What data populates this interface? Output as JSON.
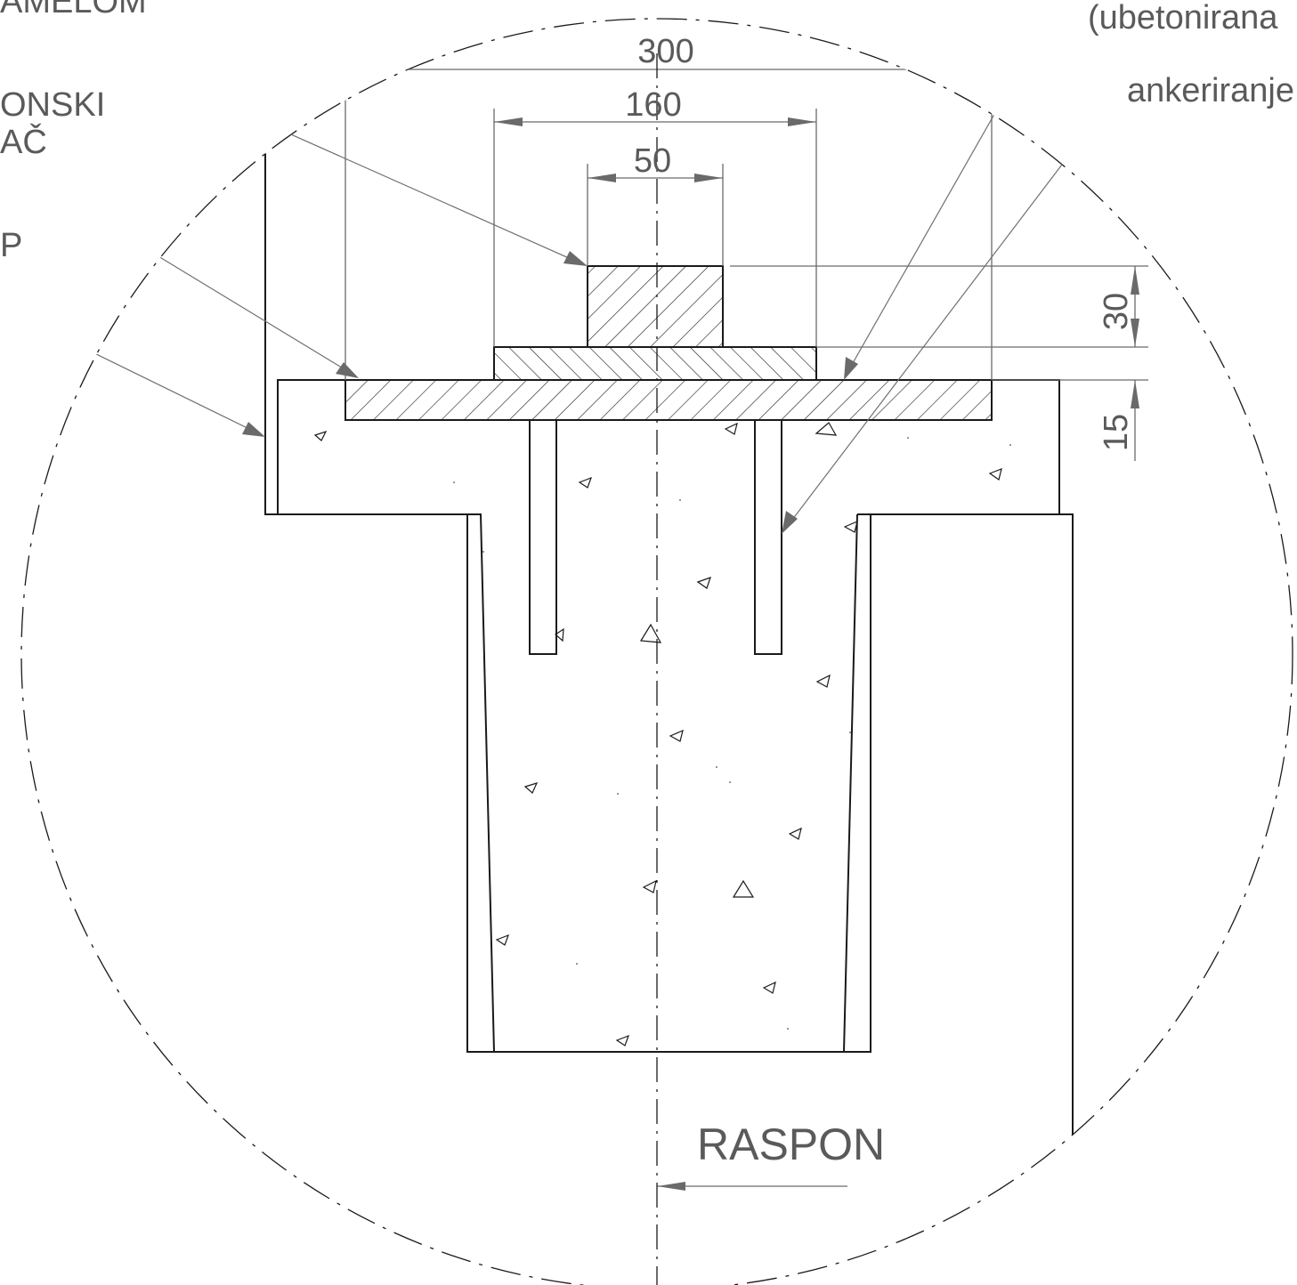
{
  "labels": {
    "top_left_1": "AMELOM",
    "top_left_2a": "ONSKI",
    "top_left_2b": "AČ",
    "top_left_3": "P",
    "top_right_1": "(ubetonirana",
    "top_right_2": "ankeriranje",
    "bottom": "RASPON"
  },
  "dimensions": {
    "width_overall": "300",
    "width_plate": "160",
    "width_block": "50",
    "height_block": "30",
    "height_plate": "15"
  }
}
